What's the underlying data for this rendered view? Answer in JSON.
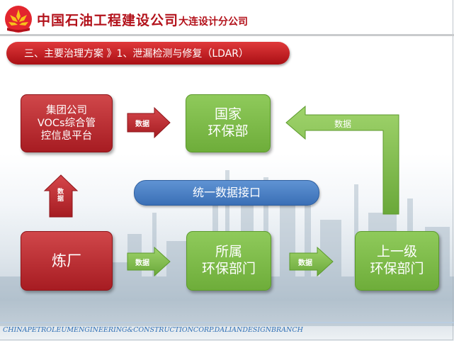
{
  "header": {
    "company_name": "中国石油工程建设公司",
    "branch_name": "大连设计分公司",
    "section_title": "三、主要治理方案 》1、泄漏检测与修复（LDAR）"
  },
  "diagram": {
    "group_platform": [
      "集团公司",
      "VOCs综合管",
      "控信息平台"
    ],
    "national_bureau": [
      "国家",
      "环保部"
    ],
    "refinery": "炼厂",
    "local_bureau": [
      "所属",
      "环保部门"
    ],
    "upper_bureau": [
      "上一级",
      "环保部门"
    ],
    "unified_interface": "统一数据接口",
    "arrow_label": "数据"
  },
  "footer": {
    "text": "CHINAPETROLEUMENGINEERING&CONSTRUCTIONCORP.DALIANDESIGNBRANCH"
  },
  "colors": {
    "brand_red": "#b3121b",
    "box_red": "#c0353a",
    "box_green": "#7dbb4a",
    "pill_blue": "#4a80c4"
  },
  "icons": {
    "logo": "cnpc-petal-logo"
  }
}
